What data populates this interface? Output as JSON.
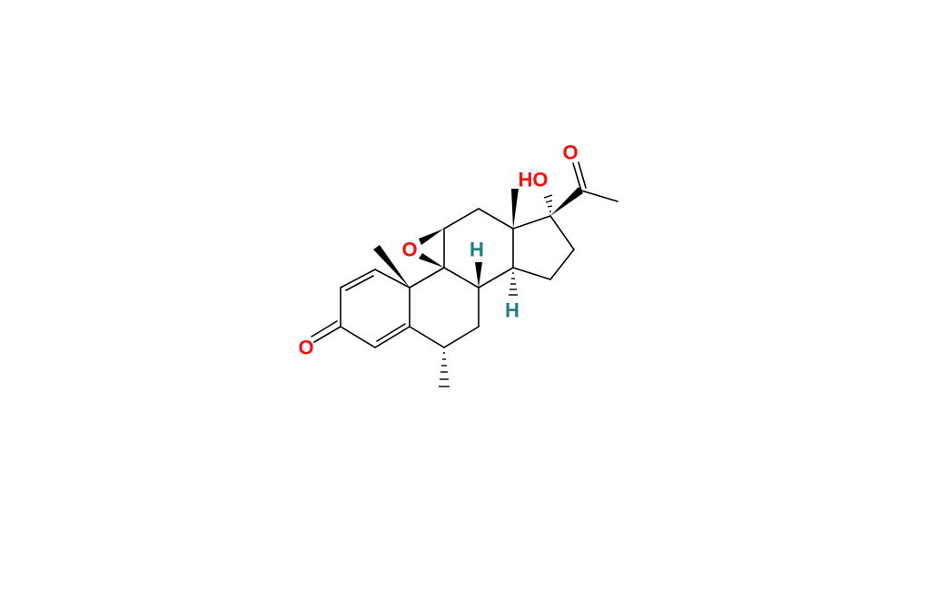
{
  "molecule": {
    "atoms": {
      "o3": "O",
      "o_epoxide": "O",
      "oh17": "HO",
      "o20": "O",
      "h8": "H",
      "h14": "H"
    },
    "colors": {
      "oxygen": "#ff0d0d",
      "hydrogen": "#1a8080",
      "bond": "#000000"
    }
  }
}
